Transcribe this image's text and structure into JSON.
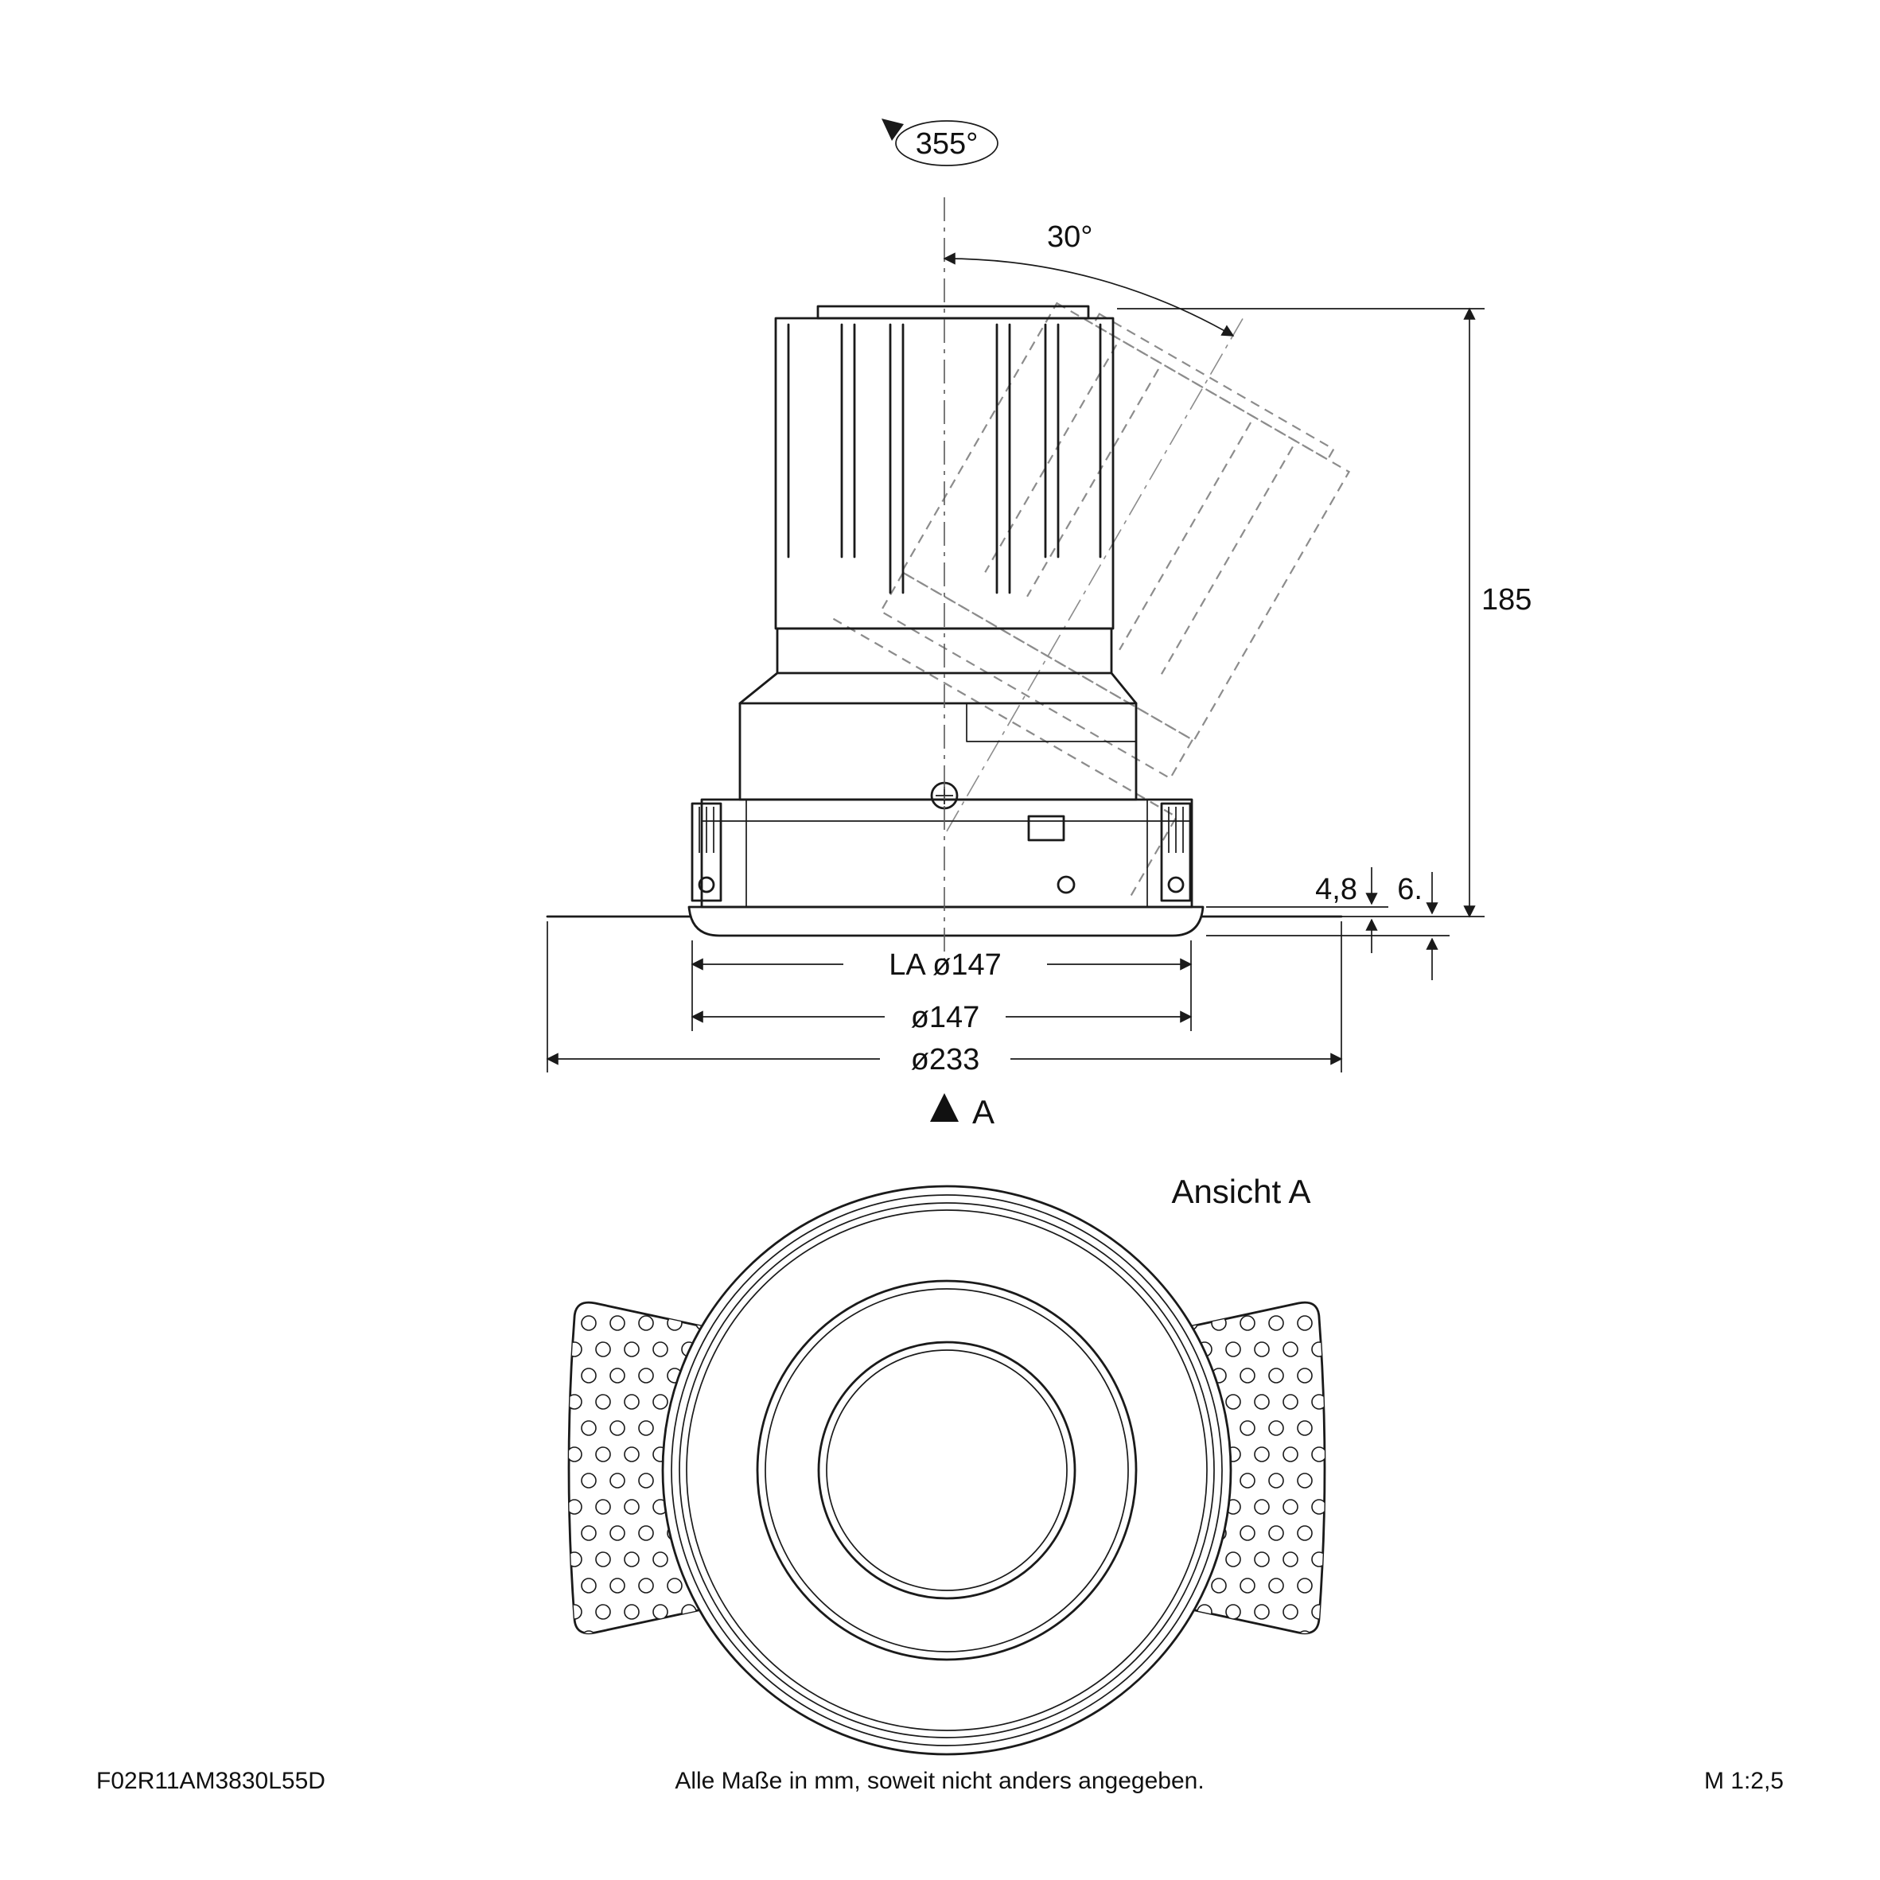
{
  "drawing": {
    "angles": {
      "rotation": "355°",
      "tilt": "30°"
    },
    "dimensions": {
      "height": "185",
      "flange": "4,8",
      "recess": "6.",
      "cutout": "LA ø147",
      "diameter": "ø147",
      "outer_diameter": "ø233"
    },
    "view_marker": "A",
    "view_title": "Ansicht A",
    "footer": {
      "article_number": "F02R11AM3830L55D",
      "note": "Alle Maße in mm, soweit nicht anders angegeben.",
      "scale": "M 1:2,5"
    },
    "colors": {
      "line": "#1a1a1a",
      "dashed": "#8c8c8c",
      "background": "#ffffff"
    }
  }
}
